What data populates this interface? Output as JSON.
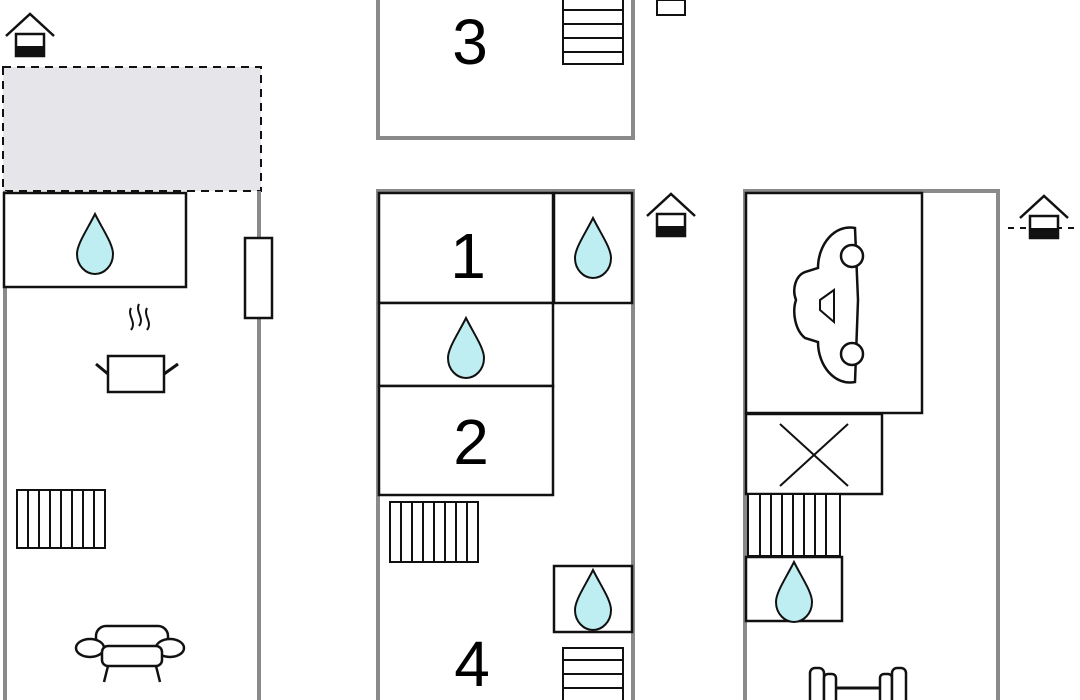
{
  "floorplan": {
    "room_labels": [
      "3",
      "1",
      "2",
      "4"
    ],
    "colors": {
      "wall": "#8a8a8a",
      "line": "#111111",
      "water": "#bfeef2",
      "terrace": "#e6e6ea"
    },
    "icons": [
      "entrance-icon",
      "water-drop-icon",
      "cooking-pot-icon",
      "stairs-icon",
      "armchair-icon",
      "car-icon",
      "cross-icon",
      "fitness-icon",
      "window-icon"
    ]
  }
}
